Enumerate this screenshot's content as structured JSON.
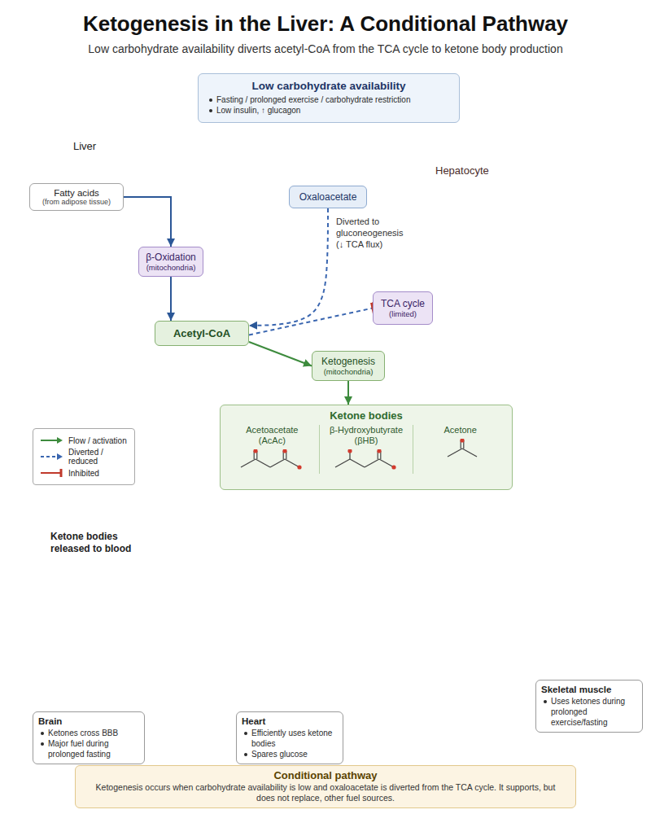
{
  "diagram": {
    "title": "Ketogenesis in the Liver: A Conditional Pathway",
    "nodes": [
      {
        "text": [
          "Low carbohydrate availability",
          "Fasting / prolonged exercise / carbohydrate restriction",
          "Low insulin, ↑ glucagon"
        ]
      },
      {
        "text": [
          "Fatty acids",
          "(from adipose tissue)"
        ]
      },
      {
        "text": [
          "Hepatocyte"
        ]
      },
      {
        "text": [
          "Oxaloacetate"
        ],
        "in": 2
      },
      {
        "text": [
          "β-Oxidation",
          "(mitochondria)"
        ],
        "in": 2
      },
      {
        "text": [
          "TCA cycle",
          "(limited)"
        ],
        "in": 2
      },
      {
        "text": [
          "Acetyl-CoA"
        ],
        "in": 2
      },
      {
        "text": [
          "Ketogenesis",
          "(mitochondria)"
        ],
        "in": 2
      },
      {
        "text": [
          "Ketone bodies"
        ],
        "in": 2
      },
      {
        "text": [
          "Brain",
          "Ketones cross BBB",
          "Major fuel during prolonged fasting"
        ]
      },
      {
        "text": [
          "Heart",
          "Efficiently uses ketone bodies",
          "Spares glucose"
        ]
      },
      {
        "text": [
          "Skeletal muscle",
          "Uses ketones during prolonged exercise/fasting"
        ]
      },
      {
        "text": [
          "Conditional pathway",
          "Ketogenesis occurs when carbohydrate availability is low and oxaloacetate is diverted from the TCA cycle. It supports, but does not replace, other fuel sources."
        ]
      }
    ],
    "edges": [
      {
        "from": 1,
        "to": 4,
        "arrow": "to"
      },
      {
        "from": 4,
        "to": 6,
        "arrow": "to"
      },
      {
        "from": 3,
        "to": 6,
        "label": "Diverted to gluconeogenesis (↓ TCA flux)",
        "arrow": "to"
      },
      {
        "from": 6,
        "to": 5,
        "arrow": "to"
      },
      {
        "from": 6,
        "to": 7,
        "arrow": "to"
      },
      {
        "from": 7,
        "to": 8,
        "arrow": "to"
      }
    ],
    "labels": [
      "Low carbohydrate availability diverts acetyl-CoA from the TCA cycle to ketone body production",
      "Liver",
      "Acetoacetate (AcAc)",
      "β-Hydroxybutyrate (βHB)",
      "Acetone",
      "Ketone bodies released to blood"
    ],
    "legend": [
      {
        "text": "Flow / activation"
      },
      {
        "text": "Diverted / reduced"
      },
      {
        "text": "Inhibited"
      }
    ]
  }
}
